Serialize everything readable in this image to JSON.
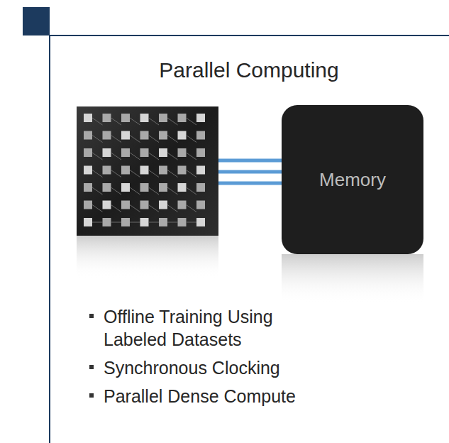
{
  "diagram": {
    "title": "Parallel Computing",
    "nodes": [
      {
        "text": [
          "Memory"
        ]
      }
    ],
    "labels": [
      "Offline Training Using Labeled Datasets",
      "Synchronous Clocking",
      "Parallel Dense Compute"
    ]
  }
}
